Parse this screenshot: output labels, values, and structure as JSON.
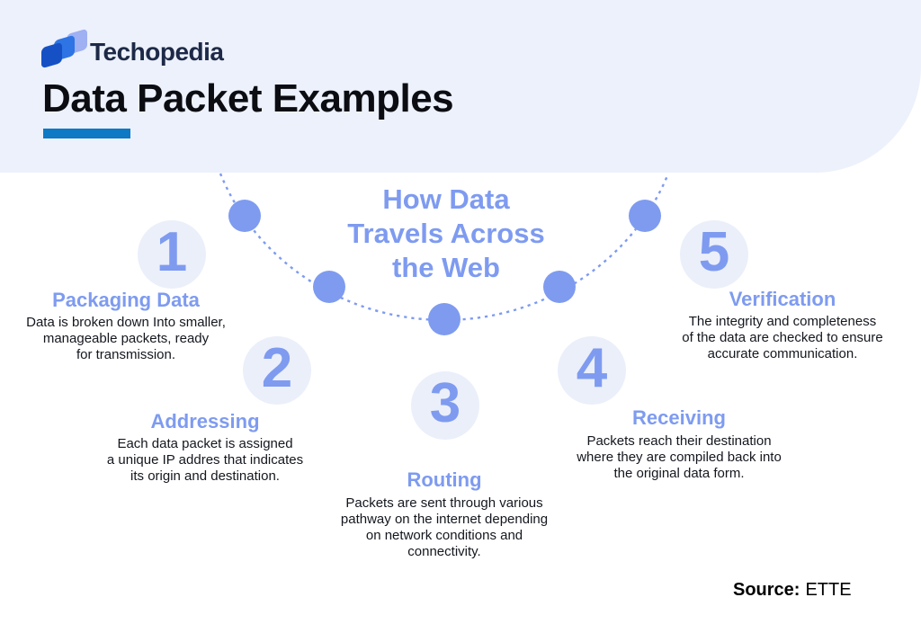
{
  "brand": {
    "name": "Techopedia",
    "wordmark_color": "#1D2947",
    "icon_colors": [
      "#9FB0F3",
      "#2E74E4",
      "#1551C5"
    ]
  },
  "header": {
    "title": "Data Packet Examples",
    "background_color": "#EDF1FB",
    "underline_color": "#0E79C5"
  },
  "diagram": {
    "center_title": "How Data\nTravels Across\nthe Web",
    "accent_color": "#7E9BF0",
    "badge_background_color": "#EBEFFA",
    "steps": [
      {
        "number": "1",
        "title": "Packaging Data",
        "description": "Data is broken down Into smaller,\nmanageable packets, ready\nfor transmission."
      },
      {
        "number": "2",
        "title": "Addressing",
        "description": "Each data packet is assigned\na unique IP addres that indicates\nits origin and destination."
      },
      {
        "number": "3",
        "title": "Routing",
        "description": "Packets are sent through various\npathway on the internet depending\non network conditions and\nconnectivity."
      },
      {
        "number": "4",
        "title": "Receiving",
        "description": "Packets reach their destination\nwhere they are compiled back into\nthe original data form."
      },
      {
        "number": "5",
        "title": "Verification",
        "description": "The integrity and completeness\nof the data are checked to ensure\naccurate communication."
      }
    ]
  },
  "source": {
    "label": "Source:",
    "value": "ETTE"
  }
}
